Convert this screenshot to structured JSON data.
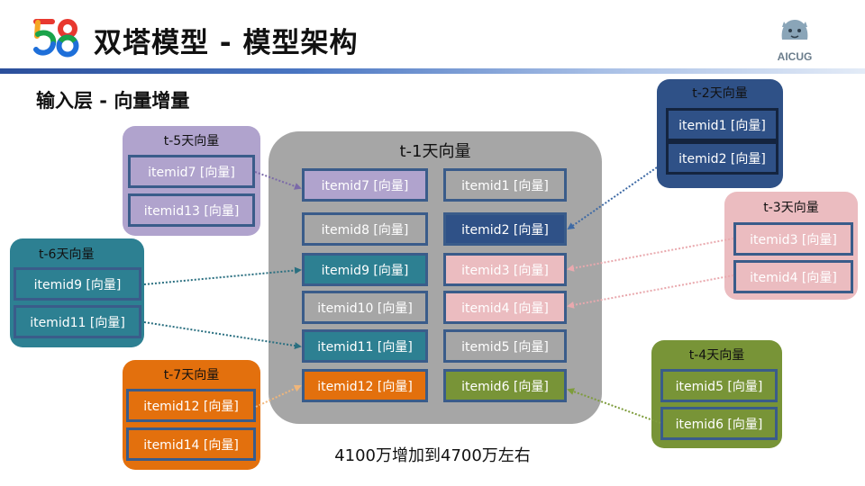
{
  "header": {
    "title": "双塔模型 - 模型架构",
    "brand_text": "AICUG"
  },
  "section_title": "输入层 - 向量增量",
  "center_panel": {
    "title": "t-1天向量",
    "items": [
      {
        "label": "itemid7 [向量]",
        "color": "#b0a3cd"
      },
      {
        "label": "itemid1 [向量]",
        "color": "#a6a6a6"
      },
      {
        "label": "itemid8 [向量]",
        "color": "#a6a6a6"
      },
      {
        "label": "itemid2 [向量]",
        "color": "#2f5187"
      },
      {
        "label": "itemid9 [向量]",
        "color": "#2d8092"
      },
      {
        "label": "itemid3 [向量]",
        "color": "#ebbcc0"
      },
      {
        "label": "itemid10 [向量]",
        "color": "#a6a6a6"
      },
      {
        "label": "itemid4 [向量]",
        "color": "#ebbcc0"
      },
      {
        "label": "itemid11 [向量]",
        "color": "#2d8092"
      },
      {
        "label": "itemid5 [向量]",
        "color": "#a6a6a6"
      },
      {
        "label": "itemid12 [向量]",
        "color": "#e3700d"
      },
      {
        "label": "itemid6 [向量]",
        "color": "#789437"
      }
    ]
  },
  "side_panels": {
    "t5": {
      "title": "t-5天向量",
      "color": "#b0a3cd",
      "items": [
        "itemid7 [向量]",
        "itemid13 [向量]"
      ]
    },
    "t6": {
      "title": "t-6天向量",
      "color": "#2d8092",
      "items": [
        "itemid9 [向量]",
        "itemid11 [向量]"
      ]
    },
    "t7": {
      "title": "t-7天向量",
      "color": "#e3700d",
      "items": [
        "itemid12 [向量]",
        "itemid14 [向量]"
      ]
    },
    "t2": {
      "title": "t-2天向量",
      "color": "#2f5187",
      "items": [
        "itemid1 [向量]",
        "itemid2 [向量]"
      ]
    },
    "t3": {
      "title": "t-3天向量",
      "color": "#ebbcc0",
      "items": [
        "itemid3 [向量]",
        "itemid4 [向量]"
      ]
    },
    "t4": {
      "title": "t-4天向量",
      "color": "#789437",
      "items": [
        "itemid5 [向量]",
        "itemid6 [向量]"
      ]
    }
  },
  "footer_note": "4100万增加到4700万左右"
}
